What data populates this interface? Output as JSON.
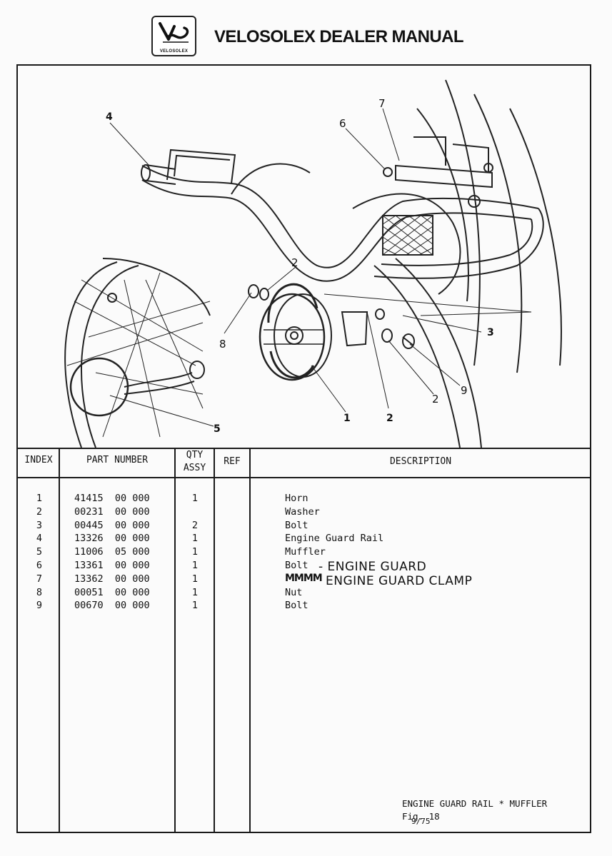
{
  "header": {
    "logo_text": "VELOSOLEX",
    "title": "VELOSOLEX DEALER MANUAL"
  },
  "figure": {
    "callouts": [
      "4",
      "7",
      "6",
      "2",
      "8",
      "3",
      "9",
      "2",
      "5",
      "1",
      "2"
    ]
  },
  "table": {
    "headers": {
      "index": "INDEX",
      "part_number": "PART NUMBER",
      "qty_line1": "QTY",
      "qty_line2": "ASSY",
      "ref": "REF",
      "description": "DESCRIPTION"
    },
    "rows": [
      {
        "index": "1",
        "part": "41415  00 000",
        "qty": "1",
        "desc": "Horn"
      },
      {
        "index": "2",
        "part": "00231  00 000",
        "qty": "",
        "desc": "Washer"
      },
      {
        "index": "3",
        "part": "00445  00 000",
        "qty": "2",
        "desc": "Bolt"
      },
      {
        "index": "4",
        "part": "13326  00 000",
        "qty": "1",
        "desc": "Engine Guard Rail"
      },
      {
        "index": "5",
        "part": "11006  05 000",
        "qty": "1",
        "desc": "Muffler"
      },
      {
        "index": "6",
        "part": "13361  00 000",
        "qty": "1",
        "desc": "Bolt"
      },
      {
        "index": "7",
        "part": "13362  00 000",
        "qty": "1",
        "desc": ""
      },
      {
        "index": "8",
        "part": "00051  00 000",
        "qty": "1",
        "desc": "Nut"
      },
      {
        "index": "9",
        "part": "00670  00 000",
        "qty": "1",
        "desc": "Bolt"
      }
    ],
    "handwritten": {
      "row6": "- ENGINE GUARD",
      "row7_struck": "MMMM",
      "row7": "ENGINE GUARD CLAMP"
    }
  },
  "footer": {
    "caption": "ENGINE GUARD RAIL * MUFFLER",
    "fig": "Fig. 18",
    "date": "9/75"
  }
}
